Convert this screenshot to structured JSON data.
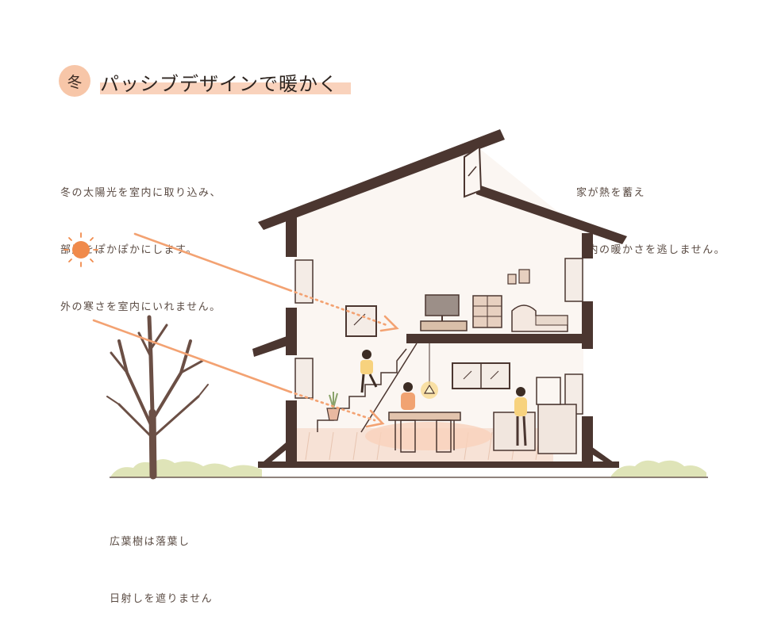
{
  "header": {
    "badge": "冬",
    "title": "パッシブデザインで暖かく"
  },
  "notes": {
    "sun": [
      "冬の太陽光を室内に取り込み、",
      "部屋をぽかぽかにします。",
      "外の寒さを室内にいれません。"
    ],
    "house": [
      "家が熱を蓄え",
      "室内の暖かさを逃しません。"
    ],
    "tree": [
      "広葉樹は落葉し",
      "日射しを遮りません"
    ]
  },
  "colors": {
    "accent": "#f7c6a8",
    "highlight": "#f9d2bc",
    "sun": "#f08a4b",
    "wall": "#4b3630",
    "arrow": "#f3a272"
  },
  "icons": [
    "sun-icon",
    "bare-tree-icon",
    "house-cross-section-icon",
    "sunlight-arrow-icon"
  ]
}
